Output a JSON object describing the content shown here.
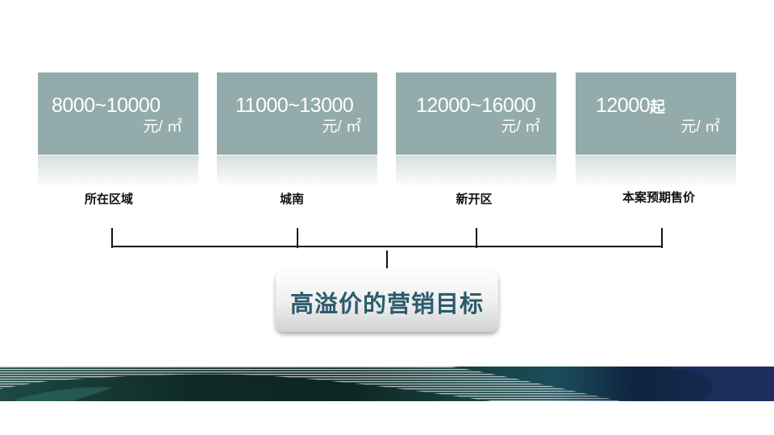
{
  "cards": [
    {
      "price": "8000~10000",
      "suffix": "",
      "unit": "元/ ㎡",
      "label": "所在区域"
    },
    {
      "price": "11000~13000",
      "suffix": "",
      "unit": "元/ ㎡",
      "label": "城南"
    },
    {
      "price": "12000~16000",
      "suffix": "",
      "unit": "元/ ㎡",
      "label": "新开区"
    },
    {
      "price": "12000",
      "suffix": "起",
      "unit": "元/ ㎡",
      "label": "本案预期售价"
    }
  ],
  "goal": {
    "text": "高溢价的营销目标"
  },
  "colors": {
    "card_bg": "#93abab",
    "card_text": "#ffffff",
    "goal_text": "#2b5b6c",
    "connector": "#111111"
  }
}
